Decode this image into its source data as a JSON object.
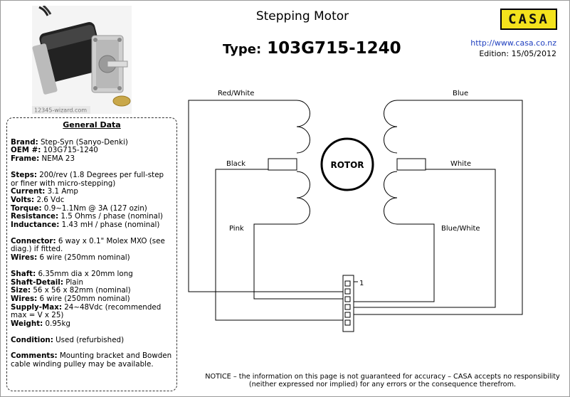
{
  "title": "Stepping Motor",
  "type_label": "Type:",
  "type_value": "103G715-1240",
  "logo_text": "CASA",
  "url": "http://www.casa.co.nz",
  "edition": "Edition: 15/05/2012",
  "photo_watermark": "12345-wizard.com",
  "general": {
    "heading": "General Data",
    "groups": [
      [
        {
          "label": "Brand:",
          "value": " Step-Syn (Sanyo-Denki)"
        },
        {
          "label": "OEM #:",
          "value": " 103G715-1240"
        },
        {
          "label": "Frame:",
          "value": " NEMA 23"
        }
      ],
      [
        {
          "label": "Steps:",
          "value": " 200/rev (1.8 Degrees per full-step or finer with micro-stepping)"
        },
        {
          "label": "Current:",
          "value": " 3.1 Amp"
        },
        {
          "label": "Volts:",
          "value": " 2.6 Vdc"
        },
        {
          "label": "Torque:",
          "value": " 0.9~1.1Nm @ 3A (127 ozin)"
        },
        {
          "label": "Resistance:",
          "value": " 1.5  Ohms / phase (nominal)"
        },
        {
          "label": "Inductance:",
          "value": " 1.43 mH / phase (nominal)"
        }
      ],
      [
        {
          "label": "Connector:",
          "value": " 6 way x 0.1\" Molex MXO (see diag.) if fitted."
        },
        {
          "label": "Wires:",
          "value": " 6 wire (250mm nominal)"
        }
      ],
      [
        {
          "label": "Shaft:",
          "value": " 6.35mm dia x 20mm long"
        },
        {
          "label": "Shaft-Detail:",
          "value": " Plain"
        },
        {
          "label": "Size:",
          "value": " 56 x 56 x 82mm (nominal)"
        },
        {
          "label": "Wires:",
          "value": " 6 wire (250mm nominal)"
        },
        {
          "label": "Supply-Max:",
          "value": " 24~48Vdc (recommended max = V x 25)"
        },
        {
          "label": "Weight:",
          "value": " 0.95kg"
        }
      ],
      [
        {
          "label": "Condition:",
          "value": " Used (refurbished)"
        }
      ],
      [
        {
          "label": "Comments:",
          "value": " Mounting bracket and Bowden cable winding pulley may be available."
        }
      ]
    ]
  },
  "diagram": {
    "rotor_label": "ROTOR",
    "wire_labels": {
      "red_white": "Red/White",
      "black": "Black",
      "pink": "Pink",
      "blue": "Blue",
      "white": "White",
      "blue_white": "Blue/White"
    },
    "pin_one_label": "1"
  },
  "notice": "NOTICE – the information on this page is not guaranteed for accuracy – CASA accepts no responsibility (neither expressed nor implied) for any errors or the consequence therefrom."
}
